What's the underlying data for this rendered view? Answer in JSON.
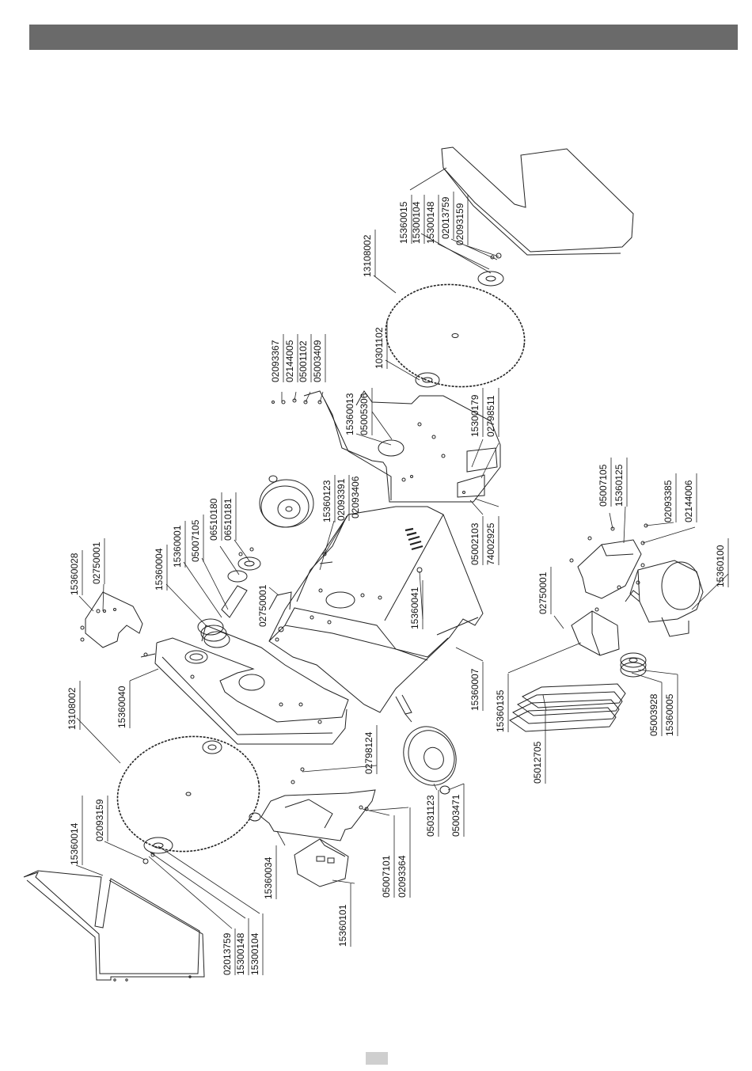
{
  "labels": {
    "left_guard": [
      "15360014",
      "02093159",
      "02013759",
      "15300148",
      "15300104"
    ],
    "left_blade": "13108002",
    "left_frame": "15360040",
    "bracket_top": [
      "15360028",
      "02750001"
    ],
    "shaft_group": [
      "15360004",
      "15360001",
      "05007105",
      "06510180",
      "06510181"
    ],
    "wheel_top": [
      "15360123",
      "02093391",
      "02093406"
    ],
    "center_bolt": "02750001",
    "right_group": [
      "02093367",
      "02144005",
      "05001102",
      "05003409"
    ],
    "center_plate": [
      "15360013",
      "05005306"
    ],
    "flange": "10301102",
    "right_blade": "13108002",
    "right_guard": [
      "15360015",
      "15300104",
      "15300148",
      "02013759",
      "02093159"
    ],
    "latch": [
      "15300179",
      "02798511"
    ],
    "feet": [
      "05002103",
      "74002925"
    ],
    "main_body": [
      "15360041",
      "15360007",
      "15360135"
    ],
    "left_lower": [
      "02798124",
      "15360034",
      "05007101",
      "02093364",
      "15360101"
    ],
    "wheel_bottom": [
      "05031123",
      "05003471"
    ],
    "motor_plate": [
      "05007105",
      "15360125"
    ],
    "motor_bolts": [
      "02093385",
      "02144006"
    ],
    "motor": "15360100",
    "cover": "02750001",
    "pulley": [
      "05003928",
      "15360005"
    ],
    "belts": "05012705"
  }
}
